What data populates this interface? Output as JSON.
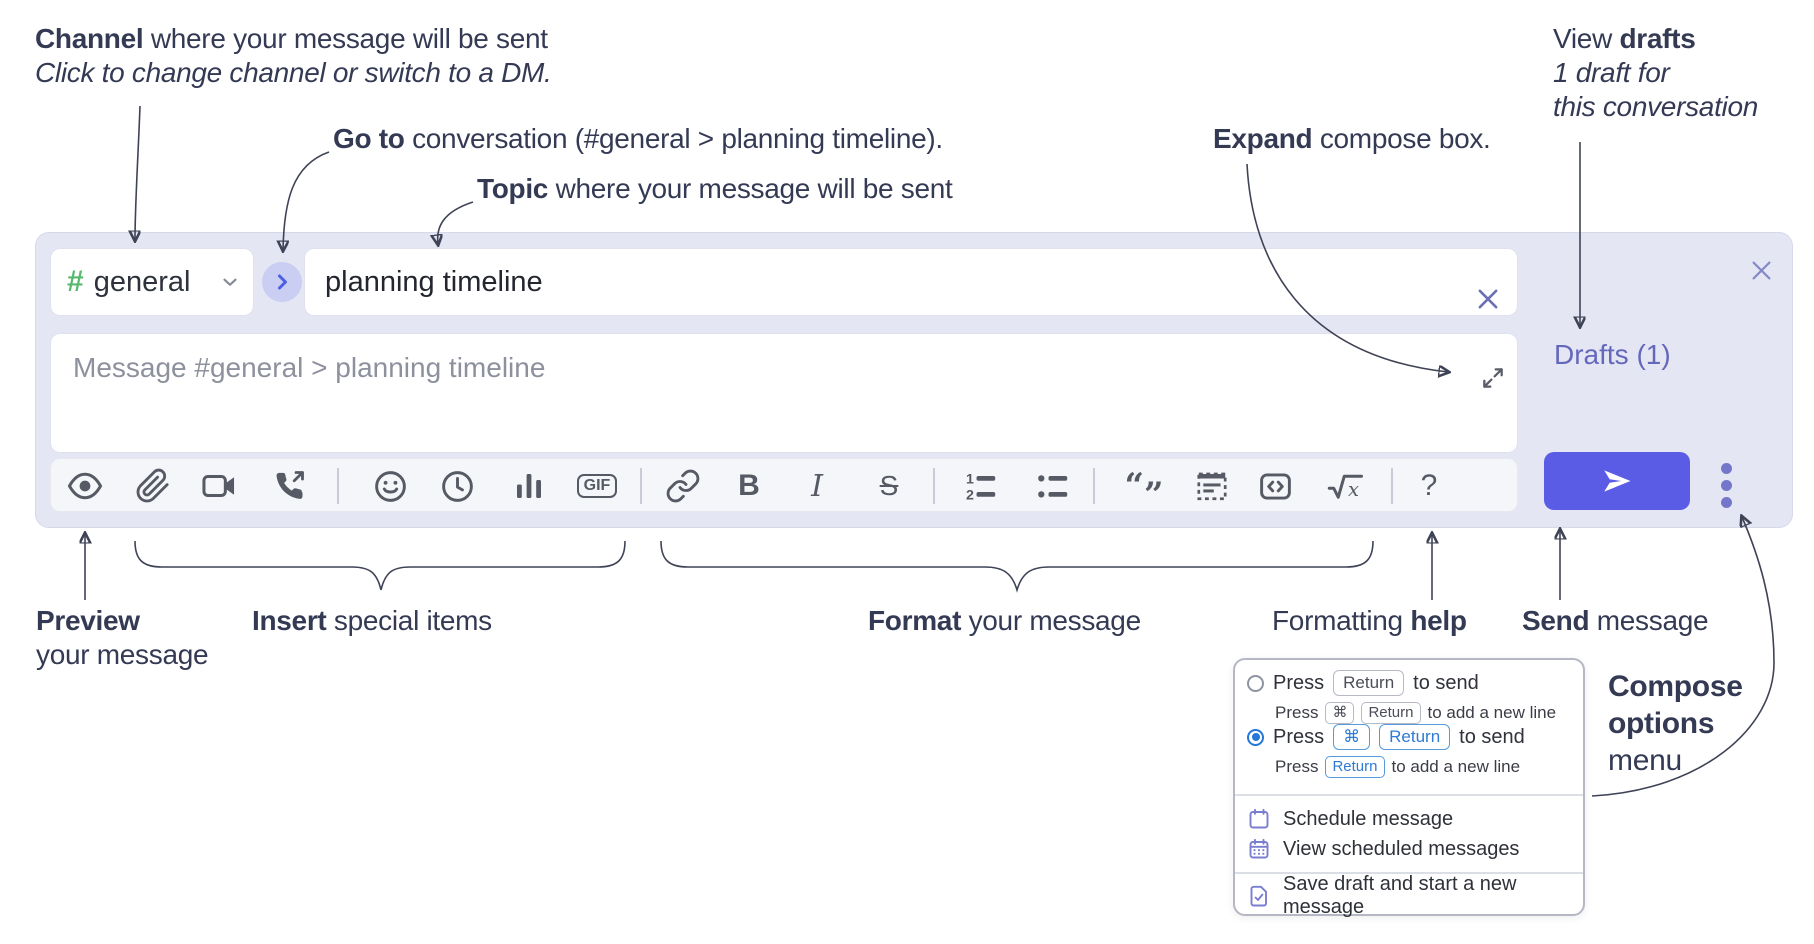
{
  "colors": {
    "compose_background": "#e4e6f4",
    "send_button": "#5a5ce6",
    "drafts_link": "#6468bb",
    "channel_hash_green": "#57b96e",
    "goto_chevron_blue": "#4d5fe6",
    "goto_circle": "#c9cef2",
    "menu_icon_purple": "#7a7ed0",
    "radio_selected_blue": "#2478d8",
    "kbd_blue_text": "#2e7ad4",
    "annotation_ink": "#343a54",
    "toolbar_icon_gray": "#565a64"
  },
  "annotations": {
    "channel": {
      "bold": "Channel",
      "rest": " where your message will be sent",
      "line2": "Click to change channel or switch to a DM."
    },
    "goto": {
      "bold": "Go to",
      "rest": " conversation (#general > planning timeline)."
    },
    "topic": {
      "bold": "Topic",
      "rest": " where your message will be sent"
    },
    "expand": {
      "bold": "Expand",
      "rest": " compose box."
    },
    "drafts": {
      "pre": "View ",
      "bold": "drafts",
      "line2": "1 draft for",
      "line3": "this conversation"
    },
    "preview": {
      "bold": "Preview",
      "line2": "your message"
    },
    "insert": {
      "bold": "Insert",
      "rest": " special items"
    },
    "format": {
      "bold": "Format",
      "rest": " your message"
    },
    "formatting_help": {
      "pre": "Formatting ",
      "bold": "help"
    },
    "send": {
      "bold": "Send",
      "rest": " message"
    },
    "compose_options": {
      "line1": "Compose",
      "line2": "options",
      "line3": "menu"
    }
  },
  "compose": {
    "channel_hash": "#",
    "channel_name": "general",
    "topic_value": "planning timeline",
    "message_placeholder": "Message #general > planning timeline",
    "drafts_link": "Drafts (1)"
  },
  "toolbar": {
    "icon_names": [
      "preview",
      "attach-file",
      "video-call",
      "voice-call",
      "emoji",
      "global-time",
      "poll",
      "gif",
      "link",
      "bold",
      "italic",
      "strikethrough",
      "numbered-list",
      "bulleted-list",
      "quote",
      "spoiler",
      "code",
      "math",
      "help"
    ],
    "gif_label": "GIF",
    "bold_label": "B",
    "italic_label": "I",
    "strike_label": "S",
    "quote_open": "“",
    "quote_close": "”",
    "help_label": "?",
    "list_num_1": "1",
    "list_num_2": "2",
    "math_x": "x"
  },
  "options_menu": {
    "option1": {
      "text_pre": "Press",
      "key": "Return",
      "text_post": "to send",
      "sub_pre": "Press",
      "sub_key1": "⌘",
      "sub_key2": "Return",
      "sub_post": "to add a new line"
    },
    "option2": {
      "text_pre": "Press",
      "key1": "⌘",
      "key2": "Return",
      "text_post": "to send",
      "sub_pre": "Press",
      "sub_key": "Return",
      "sub_post": "to add a new line"
    },
    "schedule": "Schedule message",
    "view_scheduled": "View scheduled messages",
    "save_draft": "Save draft and start a new message"
  }
}
